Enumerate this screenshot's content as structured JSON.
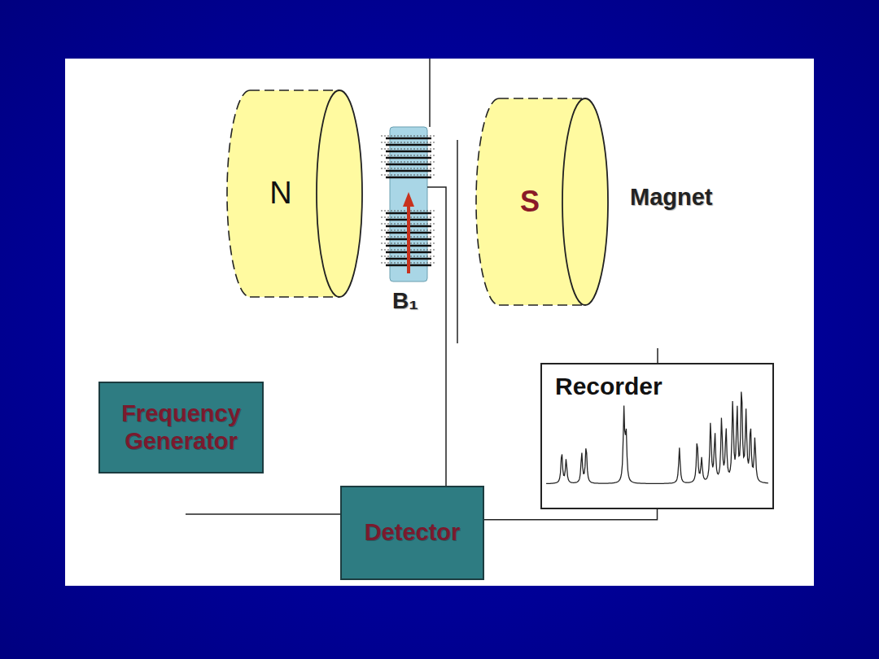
{
  "diagram": {
    "nodes": [
      {
        "text": [
          "N"
        ]
      },
      {
        "text": [
          "S"
        ]
      },
      {
        "text": [
          "Recorder"
        ]
      },
      {
        "text": [
          "Frequency Generator"
        ]
      },
      {
        "text": [
          "Detector"
        ]
      }
    ],
    "edges": [
      {
        "from": 4,
        "to": 2,
        "arrow": "none"
      }
    ],
    "labels": [
      "Magnet",
      "B₁"
    ]
  }
}
